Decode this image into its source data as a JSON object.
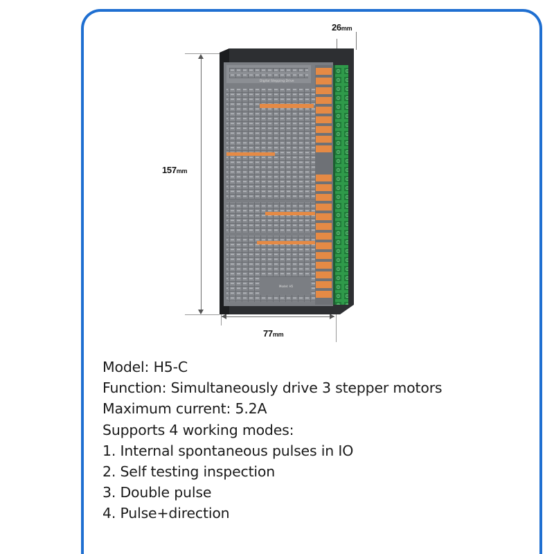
{
  "dimensions": {
    "width_value": "26",
    "width_unit": "mm",
    "height_value": "157",
    "height_unit": "mm",
    "length_value": "77",
    "length_unit": "mm"
  },
  "product_image": {
    "icon": "stepper-motor-driver-illustration",
    "panel_caption": "Digital Stepping Drive",
    "model_mark": "Model: H5"
  },
  "specs": {
    "model": "Model: H5-C",
    "function": "Function: Simultaneously drive 3 stepper motors",
    "max_current": "Maximum current: 5.2A",
    "modes_heading": "Supports 4 working modes:",
    "modes": [
      "1. Internal spontaneous pulses in IO",
      "2. Self testing inspection",
      "3. Double pulse",
      "4. Pulse+direction"
    ]
  },
  "colors": {
    "frame_border": "#1f6fd1",
    "driver_body": "#3b3d40",
    "panel": "#7b7e83",
    "accent_orange": "#e58a45",
    "terminal_green": "#2f9a4a"
  }
}
